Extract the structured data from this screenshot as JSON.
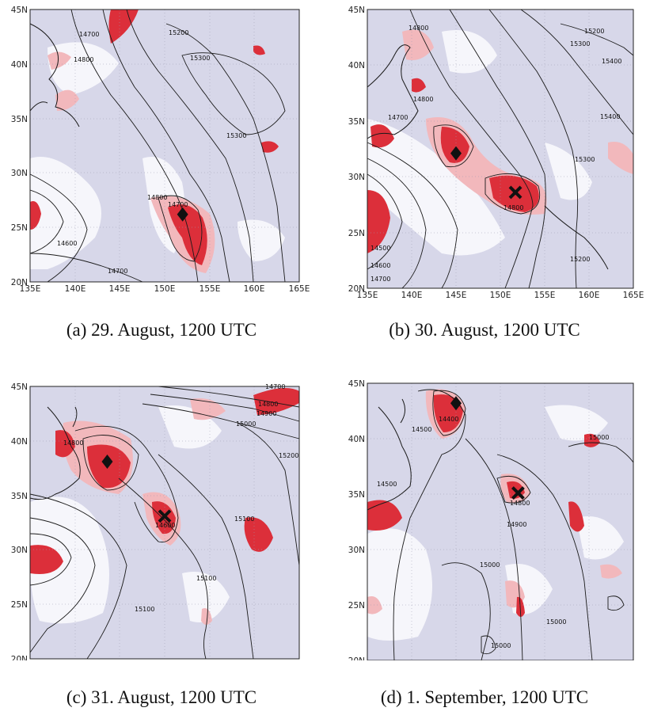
{
  "colors": {
    "background": "#d7d7e9",
    "coast": "#1a1a1a",
    "contour": "#1a1a1a",
    "positive_strong": "#dc2f3a",
    "positive_weak": "#f2b8bc",
    "grid": "#9a9ab0"
  },
  "axes": {
    "x_ticks": [
      "135E",
      "140E",
      "145E",
      "150E",
      "155E",
      "160E",
      "165E"
    ],
    "y_ticks": [
      "45N",
      "40N",
      "35N",
      "30N",
      "25N",
      "20N"
    ],
    "lon_range": [
      135,
      165
    ],
    "lat_range": [
      20,
      45
    ]
  },
  "panels": [
    {
      "id": "a",
      "caption": "(a) 29. August, 1200 UTC",
      "markers": [
        {
          "type": "diamond",
          "lon": 152.0,
          "lat": 26.2
        }
      ],
      "contour_labels": [
        "14700",
        "14800",
        "15200",
        "15300",
        "15300",
        "14800",
        "14700",
        "14600",
        "14700"
      ]
    },
    {
      "id": "b",
      "caption": "(b) 30. August, 1200 UTC",
      "markers": [
        {
          "type": "diamond",
          "lon": 145.0,
          "lat": 32.1
        },
        {
          "type": "cross",
          "lon": 151.7,
          "lat": 28.6
        }
      ],
      "contour_labels": [
        "14800",
        "15200",
        "15300",
        "15400",
        "14800",
        "14700",
        "15400",
        "15300",
        "14800",
        "14500",
        "14600",
        "14700",
        "15200"
      ]
    },
    {
      "id": "c",
      "caption": "(c) 31. August, 1200 UTC",
      "markers": [
        {
          "type": "diamond",
          "lon": 143.6,
          "lat": 38.1
        },
        {
          "type": "cross",
          "lon": 150.0,
          "lat": 33.1
        }
      ],
      "contour_labels": [
        "14700",
        "14800",
        "14900",
        "15000",
        "14800",
        "15200",
        "14600",
        "15100",
        "15100",
        "15100"
      ]
    },
    {
      "id": "d",
      "caption": "(d) 1. September, 1200 UTC",
      "markers": [
        {
          "type": "diamond",
          "lon": 145.0,
          "lat": 43.2
        },
        {
          "type": "cross",
          "lon": 152.0,
          "lat": 35.1
        }
      ],
      "contour_labels": [
        "14400",
        "14500",
        "15000",
        "14500",
        "14800",
        "14900",
        "15000",
        "15000",
        "15000"
      ]
    }
  ]
}
